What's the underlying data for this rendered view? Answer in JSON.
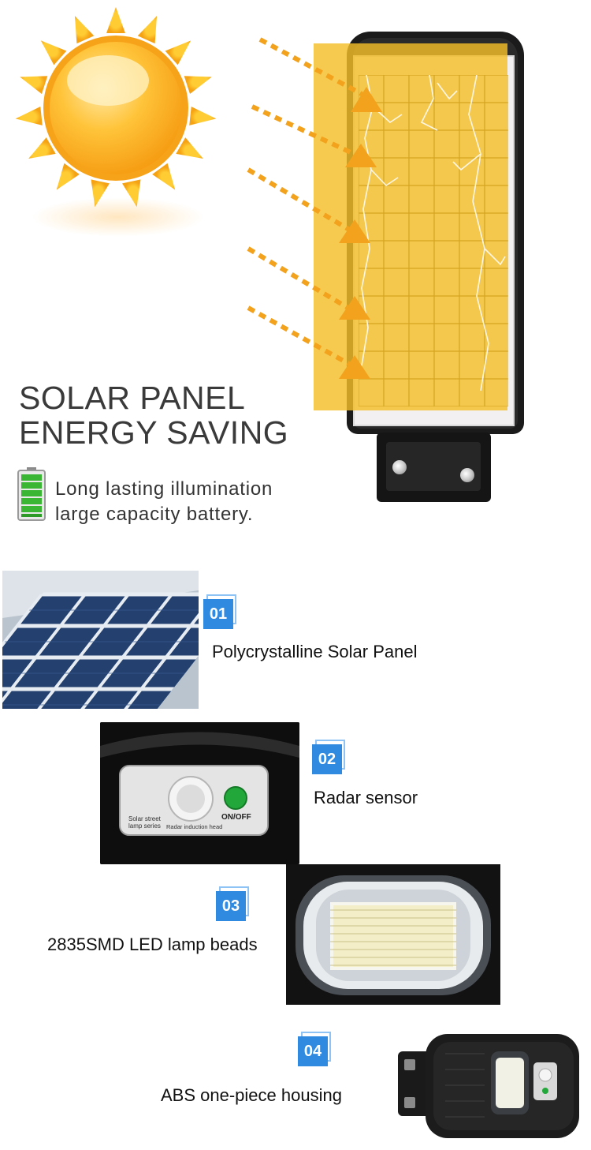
{
  "hero": {
    "title_line1": "SOLAR PANEL",
    "title_line2": "ENERGY SAVING",
    "subtitle_line1": "Long lasting illumination",
    "subtitle_line2": "large capacity battery.",
    "accent_color": "#f4be28",
    "battery_icon": "battery-full-icon",
    "sun_icon": "sun-icon"
  },
  "features": [
    {
      "number": "01",
      "label": "Polycrystalline Solar Panel"
    },
    {
      "number": "02",
      "label": "Radar sensor"
    },
    {
      "number": "03",
      "label": "2835SMD LED lamp beads"
    },
    {
      "number": "04",
      "label": "ABS one-piece housing"
    }
  ],
  "radar_closeup": {
    "panel_text_line1": "Solar street",
    "panel_text_line2": "lamp series",
    "sensor_caption": "Radar induction head",
    "switch_label": "ON/OFF"
  },
  "badge_color": "#2f8ae0"
}
